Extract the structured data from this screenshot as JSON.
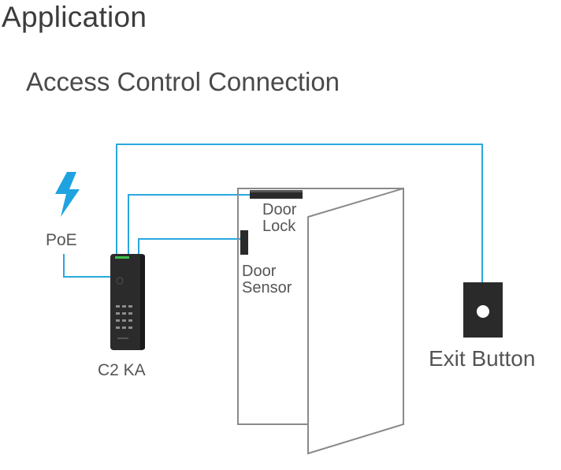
{
  "header": {
    "title": "Application",
    "subtitle": "Access Control Connection"
  },
  "labels": {
    "poe": "PoE",
    "door_lock_line1": "Door",
    "door_lock_line2": "Lock",
    "door_sensor_line1": "Door",
    "door_sensor_line2": "Sensor",
    "device": "C2 KA",
    "exit_button": "Exit Button"
  },
  "colors": {
    "wire": "#29a8e0",
    "lightning": "#1fa3e0",
    "device_body": "#2b2b2b",
    "door_outline": "#8a8a8a",
    "indicator": "#3cc24a"
  },
  "icons": {
    "power": "lightning-bolt-icon",
    "device": "keypad-reader-icon",
    "exit": "exit-button-icon"
  }
}
